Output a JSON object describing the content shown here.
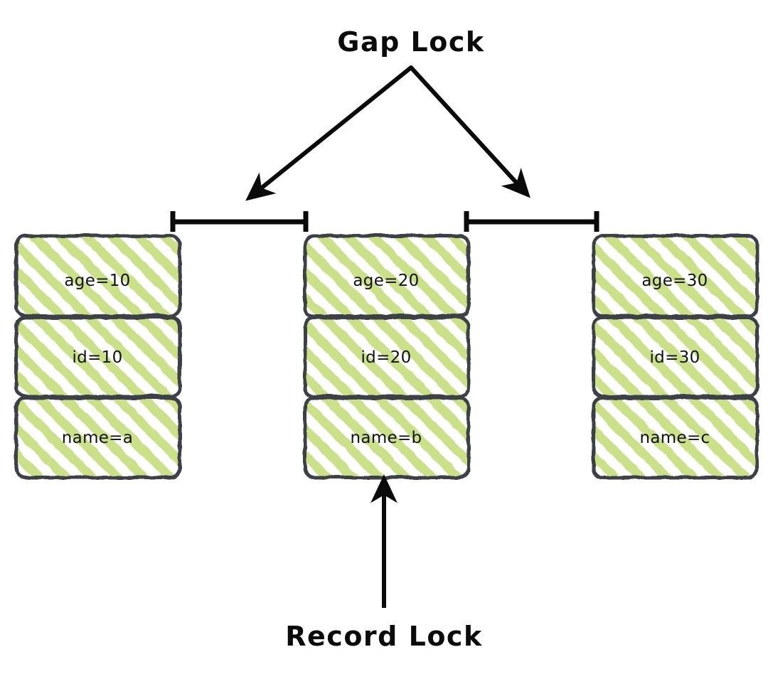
{
  "diagram": {
    "title_top": "Gap Lock",
    "title_bottom": "Record Lock",
    "colors": {
      "hatch_green": "#cbe089",
      "box_border": "#3c4146",
      "ink_black": "#0b0b0b",
      "background": "#ffffff"
    },
    "columns": [
      {
        "id": "record-1",
        "cells": [
          {
            "label": "age=10"
          },
          {
            "label": "id=10"
          },
          {
            "label": "name=a"
          }
        ]
      },
      {
        "id": "record-2",
        "cells": [
          {
            "label": "age=20"
          },
          {
            "label": "id=20"
          },
          {
            "label": "name=b"
          }
        ]
      },
      {
        "id": "record-3",
        "cells": [
          {
            "label": "age=30"
          },
          {
            "label": "id=30"
          },
          {
            "label": "name=c"
          }
        ]
      }
    ],
    "gap_brackets": [
      {
        "id": "gap-bracket-left",
        "from_column": "record-1",
        "to_column": "record-2"
      },
      {
        "id": "gap-bracket-right",
        "from_column": "record-2",
        "to_column": "record-3"
      }
    ],
    "arrows": [
      {
        "id": "gap-lock-arrow-left",
        "from": "Gap Lock",
        "to": "gap-bracket-left"
      },
      {
        "id": "gap-lock-arrow-right",
        "from": "Gap Lock",
        "to": "gap-bracket-right"
      },
      {
        "id": "record-lock-arrow",
        "from": "Record Lock",
        "to": "record-2"
      }
    ]
  }
}
